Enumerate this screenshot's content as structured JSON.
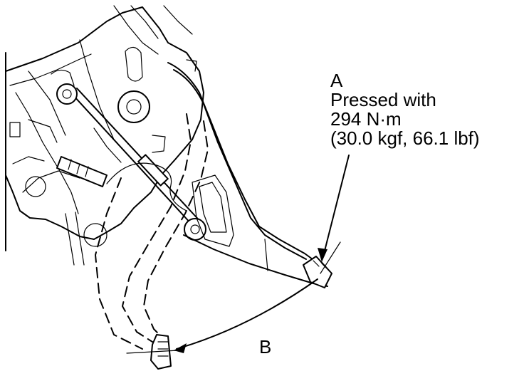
{
  "labels": {
    "a": {
      "letter": "A",
      "line1": "Pressed with",
      "line2": "294 N·m",
      "line3": "(30.0 kgf, 66.1 lbf)"
    },
    "b": {
      "letter": "B"
    }
  },
  "colors": {
    "ink": "#000000",
    "background": "#ffffff"
  }
}
